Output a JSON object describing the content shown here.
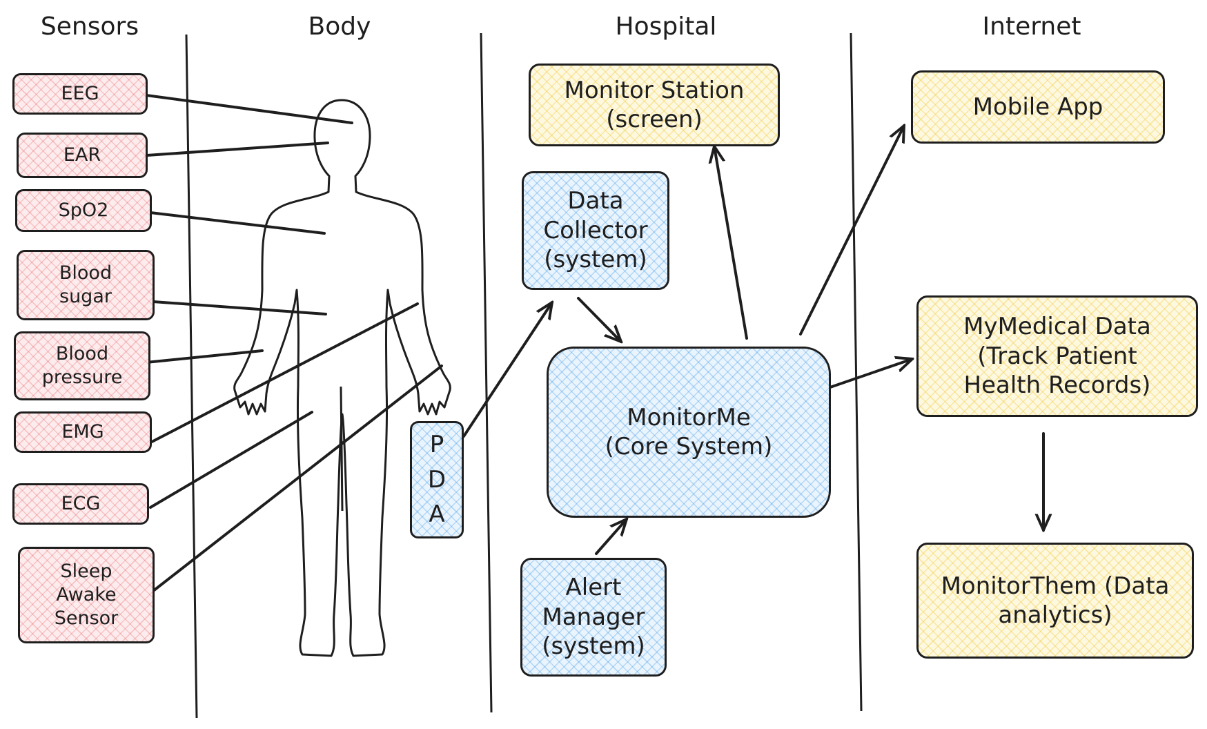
{
  "headers": {
    "sensors": "Sensors",
    "body": "Body",
    "hospital": "Hospital",
    "internet": "Internet"
  },
  "sensors": [
    {
      "id": "eeg",
      "label": "EEG"
    },
    {
      "id": "ear",
      "label": "EAR"
    },
    {
      "id": "spo2",
      "label": "SpO2"
    },
    {
      "id": "blood-sugar",
      "label": "Blood\nsugar"
    },
    {
      "id": "blood-pressure",
      "label": "Blood\npressure"
    },
    {
      "id": "emg",
      "label": "EMG"
    },
    {
      "id": "ecg",
      "label": "ECG"
    },
    {
      "id": "sleep-awake",
      "label": "Sleep\nAwake\nSensor"
    }
  ],
  "pda": {
    "letters": [
      "P",
      "D",
      "A"
    ]
  },
  "hospital": {
    "monitor_station": "Monitor Station\n(screen)",
    "data_collector": "Data\nCollector\n(system)",
    "monitorme": "MonitorMe\n(Core System)",
    "alert_manager": "Alert\nManager\n(system)"
  },
  "internet": {
    "mobile_app": "Mobile App",
    "mymedical": "MyMedical Data\n(Track Patient\nHealth Records)",
    "monitorthem": "MonitorThem (Data\nanalytics)"
  },
  "colors": {
    "stroke": "#1e1e1e",
    "sensor_fill": "#ffc9c9",
    "system_fill": "#a5d8ff",
    "app_fill": "#ffec99"
  }
}
